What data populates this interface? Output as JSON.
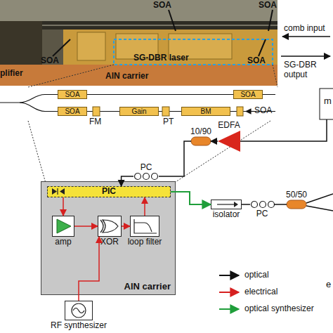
{
  "diagram": {
    "nodes": [
      {
        "text": [
          "SOA"
        ]
      },
      {
        "text": [
          "SOA"
        ]
      },
      {
        "text": [
          "SOA"
        ]
      },
      {
        "text": [
          "Gain"
        ]
      },
      {
        "text": [
          "BM"
        ]
      },
      {
        "text": [
          "EDFA"
        ]
      },
      {
        "text": [
          "10/90"
        ]
      },
      {
        "text": [
          "AlN carrier"
        ]
      },
      {
        "text": [
          "PIC"
        ],
        "in": 7
      },
      {
        "text": [
          "amp"
        ],
        "in": 7
      },
      {
        "text": [
          "XOR"
        ],
        "in": 7
      },
      {
        "text": [
          "loop filter"
        ],
        "in": 7
      },
      {
        "text": [
          "PC"
        ]
      },
      {
        "text": [
          "isolator"
        ]
      },
      {
        "text": [
          "PC"
        ]
      },
      {
        "text": [
          "50/50"
        ]
      },
      {
        "text": [
          "RF synthesizer"
        ]
      }
    ],
    "edges": [
      {
        "from": 8,
        "to": 9,
        "arrow": "to"
      },
      {
        "from": 9,
        "to": 10,
        "arrow": "to"
      },
      {
        "from": 10,
        "to": 11,
        "arrow": "to"
      },
      {
        "from": 11,
        "to": 8,
        "arrow": "to"
      },
      {
        "from": 16,
        "to": 10,
        "arrow": "to"
      },
      {
        "from": 5,
        "to": 6,
        "arrow": "to"
      },
      {
        "from": 6,
        "to": 12,
        "arrow": "none"
      },
      {
        "from": 12,
        "to": 8,
        "arrow": "to"
      },
      {
        "from": 8,
        "to": 13,
        "arrow": "to"
      },
      {
        "from": 13,
        "to": 14,
        "arrow": "none"
      },
      {
        "from": 14,
        "to": 15,
        "arrow": "none"
      }
    ],
    "labels": [
      "SOA",
      "SOA",
      "SOA",
      "SG-DBR laser",
      "SOA",
      "plifier",
      "AlN carrier",
      "comb input",
      "SG-DBR output",
      "FM",
      "PT",
      "SOA",
      "m",
      "e"
    ],
    "legend": [
      {
        "text": "optical"
      },
      {
        "text": "electrical"
      },
      {
        "text": "optical synthesizer"
      }
    ]
  }
}
